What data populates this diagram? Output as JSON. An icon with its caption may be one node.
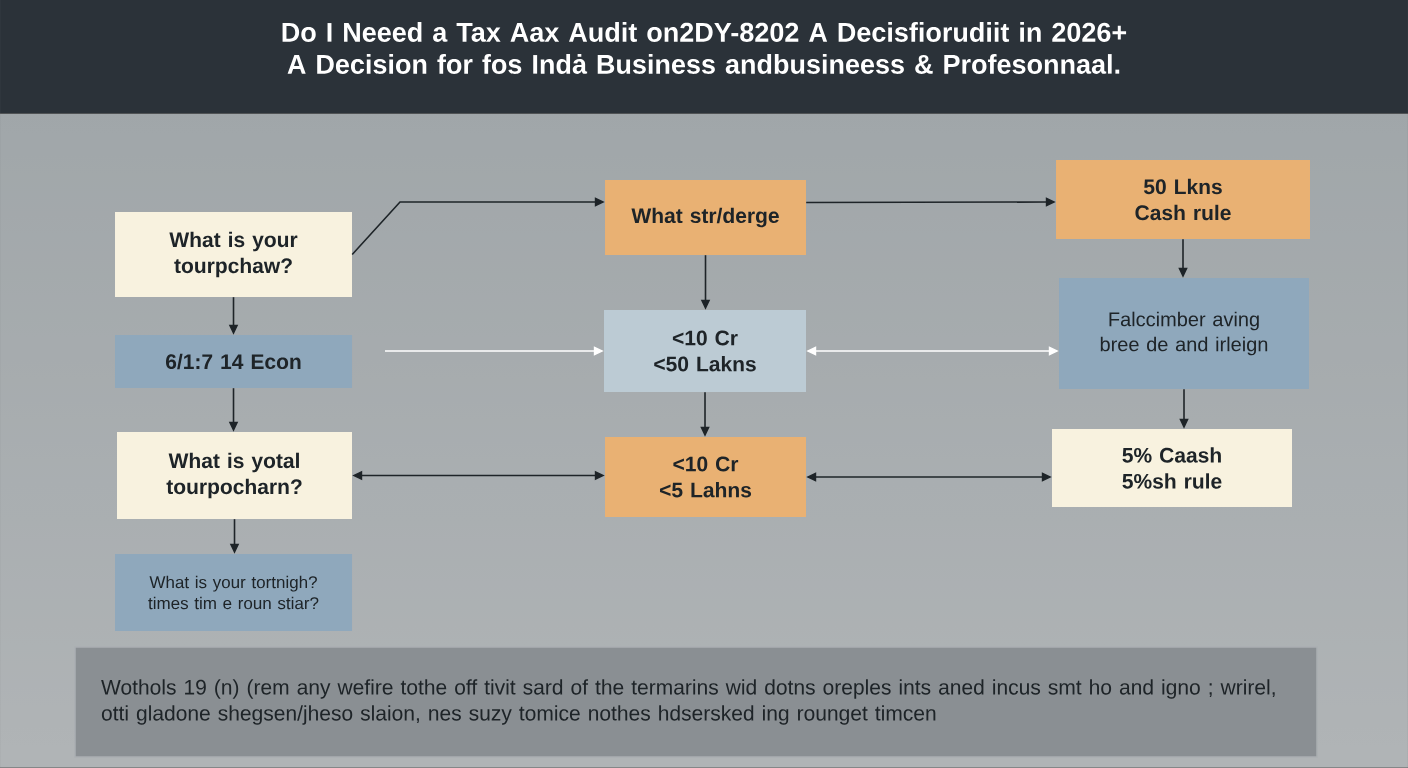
{
  "diagram": {
    "title": "Do I Neeed a Tax Aax Audit on2DY-8202 A Decisfiorudiit in 2026+ A Decision for fos Indȧ Business andbusineess & Profesonnaal.",
    "nodes": [
      {
        "text": [
          "What is your tourpchaw?"
        ]
      },
      {
        "text": [
          "6/1:7 14 Econ"
        ]
      },
      {
        "text": [
          "What is yotal tourpocharn?"
        ]
      },
      {
        "text": [
          "What is your tortnigh? times tim e roun stiar?"
        ]
      },
      {
        "text": [
          "What str/derge"
        ]
      },
      {
        "text": [
          "<10 Cr <50 Lakns"
        ]
      },
      {
        "text": [
          "<10 Cr <5 Lahns"
        ]
      },
      {
        "text": [
          "50 Lkns Cash rule"
        ]
      },
      {
        "text": [
          "Falccimber aving bree de and irleign"
        ]
      },
      {
        "text": [
          "5% Caash 5%sh rule"
        ]
      },
      {
        "text": [
          "Wothols 19 (n) (rem any wefire tothe off tivit sard of the termarins wid dotns oreples ints aned incus smt ho and igno ; wrirel, otti gladone shegsen/jheso slaion, nes suzy tomice nothes hdsersked ing rounget timcen"
        ]
      }
    ],
    "edges": [
      {
        "from": 0,
        "to": 4,
        "arrow": "to"
      },
      {
        "from": 0,
        "to": 1,
        "arrow": "to"
      },
      {
        "from": 1,
        "to": 2,
        "arrow": "to"
      },
      {
        "from": 2,
        "to": 3,
        "arrow": "to"
      },
      {
        "from": 4,
        "to": 5,
        "arrow": "to"
      },
      {
        "from": 5,
        "to": 6,
        "arrow": "to"
      },
      {
        "from": 4,
        "to": 7,
        "arrow": "to"
      },
      {
        "from": 7,
        "to": 8,
        "arrow": "to"
      },
      {
        "from": 8,
        "to": 9,
        "arrow": "to"
      },
      {
        "from": null,
        "to": 5,
        "arrow": "to",
        "color": "#ffffff"
      },
      {
        "from": 5,
        "to": 8,
        "arrow": "both",
        "color": "#ffffff"
      },
      {
        "from": 2,
        "to": 6,
        "arrow": "both"
      },
      {
        "from": 6,
        "to": 9,
        "arrow": "both"
      }
    ]
  }
}
